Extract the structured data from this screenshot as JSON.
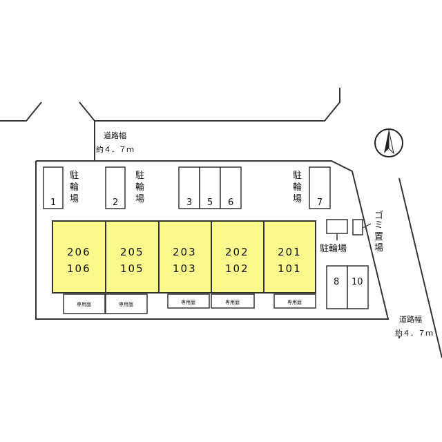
{
  "road_top": {
    "line1": "道路幅",
    "line2": "約４．７ｍ"
  },
  "road_right": {
    "line1": "道路幅",
    "line2": "約４．７ｍ"
  },
  "bike_parking": {
    "chars": [
      "駐",
      "輪",
      "場"
    ],
    "horizontal": "駐輪場"
  },
  "garbage": {
    "chars": [
      "ゴ",
      "ミ",
      "置",
      "場"
    ]
  },
  "private_garden": "専用庭",
  "parking_spaces": [
    "1",
    "2",
    "3",
    "5",
    "6",
    "7",
    "8",
    "10"
  ],
  "units": [
    {
      "upper": "206",
      "lower": "106"
    },
    {
      "upper": "205",
      "lower": "105"
    },
    {
      "upper": "203",
      "lower": "103"
    },
    {
      "upper": "202",
      "lower": "102"
    },
    {
      "upper": "201",
      "lower": "101"
    }
  ],
  "colors": {
    "unit_fill": "#fafa8c",
    "line": "#333333"
  },
  "icons": [
    "north-arrow-icon"
  ]
}
